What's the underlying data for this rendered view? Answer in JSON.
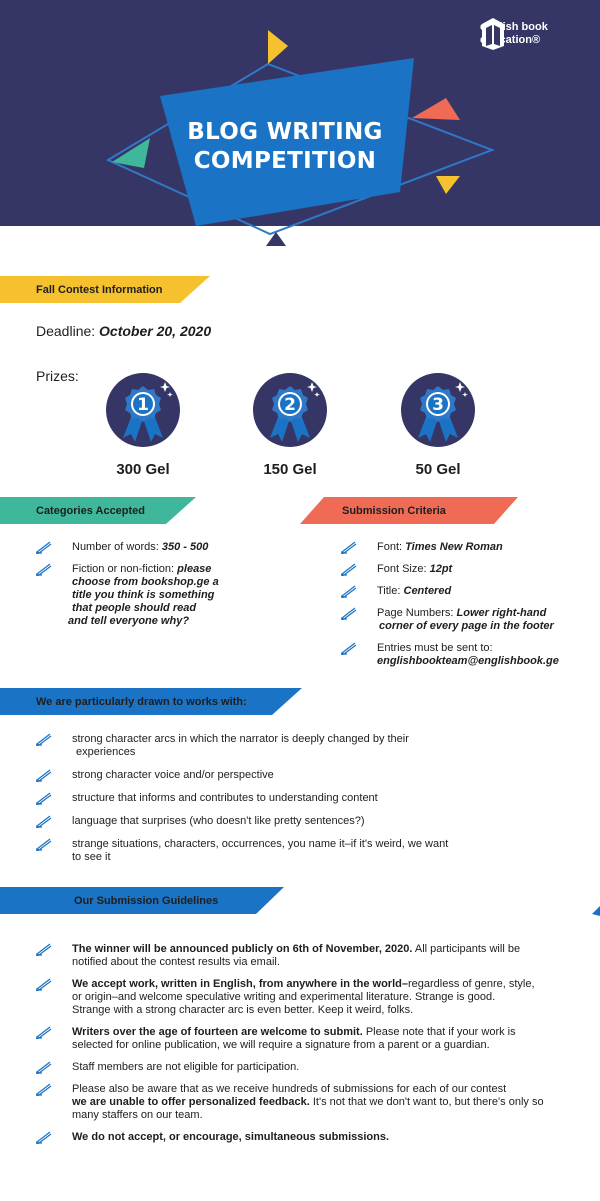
{
  "header": {
    "title_line1": "BLOG WRITING",
    "title_line2": "COMPETITION",
    "logo_line1": "english book",
    "logo_line2": "education®",
    "colors": {
      "navy": "#363666",
      "blue": "#1a73c4",
      "yellow": "#f6c12e",
      "coral": "#ef6b55",
      "teal": "#3eb79a"
    }
  },
  "contest": {
    "banner": "Fall Contest Information",
    "deadline_label": "Deadline:",
    "deadline_value": "October 20, 2020",
    "prizes_label": "Prizes:",
    "prizes": [
      {
        "rank": "1",
        "amount": "300 Gel"
      },
      {
        "rank": "2",
        "amount": "150 Gel"
      },
      {
        "rank": "3",
        "amount": "50 Gel"
      }
    ]
  },
  "categories": {
    "banner": "Categories Accepted",
    "words_label": "Number of words:",
    "words_value": "350 - 500",
    "fiction_lead": "Fiction or non-fiction:",
    "fiction_l1": "please",
    "fiction_l2": "choose  from bookshop.ge a",
    "fiction_l3": "title you think is something",
    "fiction_l4": "that people should read",
    "fiction_l5": "and tell everyone why?"
  },
  "criteria": {
    "banner": "Submission Criteria",
    "font_label": "Font:",
    "font_value": "Times New Roman",
    "size_label": "Font Size:",
    "size_value": "12pt",
    "title_label": "Title:",
    "title_value": "Centered",
    "pages_label": "Page Numbers:",
    "pages_l1": "Lower right-hand",
    "pages_l2": "corner of every page in the footer",
    "entries_label": "Entries must be sent to:",
    "entries_value": "englishbookteam@englishbook.ge"
  },
  "drawn": {
    "banner": "We are particularly drawn to works with:",
    "i1_l1": "strong character arcs in which the narrator is deeply changed by their",
    "i1_l2": "experiences",
    "i2": "strong character voice and/or perspective",
    "i3": "structure that informs and contributes to understanding content",
    "i4": "language that surprises (who doesn't like pretty sentences?)",
    "i5_l1": "strange situations, characters, occurrences, you name it–if it's weird, we want",
    "i5_l2": "to see it"
  },
  "guidelines": {
    "banner": "Our Submission Guidelines",
    "g1_bold": "The winner will be announced publicly on 6th of November, 2020.",
    "g1_rest": " All participants will be",
    "g1_l2": "notified about the contest results via email.",
    "g2_bold": "We accept work, written in English, from anywhere in the world–",
    "g2_rest": "regardless of genre, style,",
    "g2_l2": "or origin–and welcome speculative writing and experimental literature. Strange is good.",
    "g2_l3": "Strange with a strong character arc is even better. Keep it weird, folks.",
    "g3_bold": "Writers over the age of fourteen are welcome to submit.",
    "g3_rest": " Please note that if your work is",
    "g3_l2": "selected for online publication, we will require a signature from a parent or a guardian.",
    "g4": "Staff members are not eligible for participation.",
    "g5_l1": "Please also be aware that as we receive hundreds of submissions for each of our contest",
    "g5_l2_bold": " we  are  unable to offer personalized feedback.",
    "g5_l2_rest": " It's not that we don't want to, but there's only so",
    "g5_l3": "many staffers on our team.",
    "g6": "We do not accept, or encourage, simultaneous submissions."
  }
}
